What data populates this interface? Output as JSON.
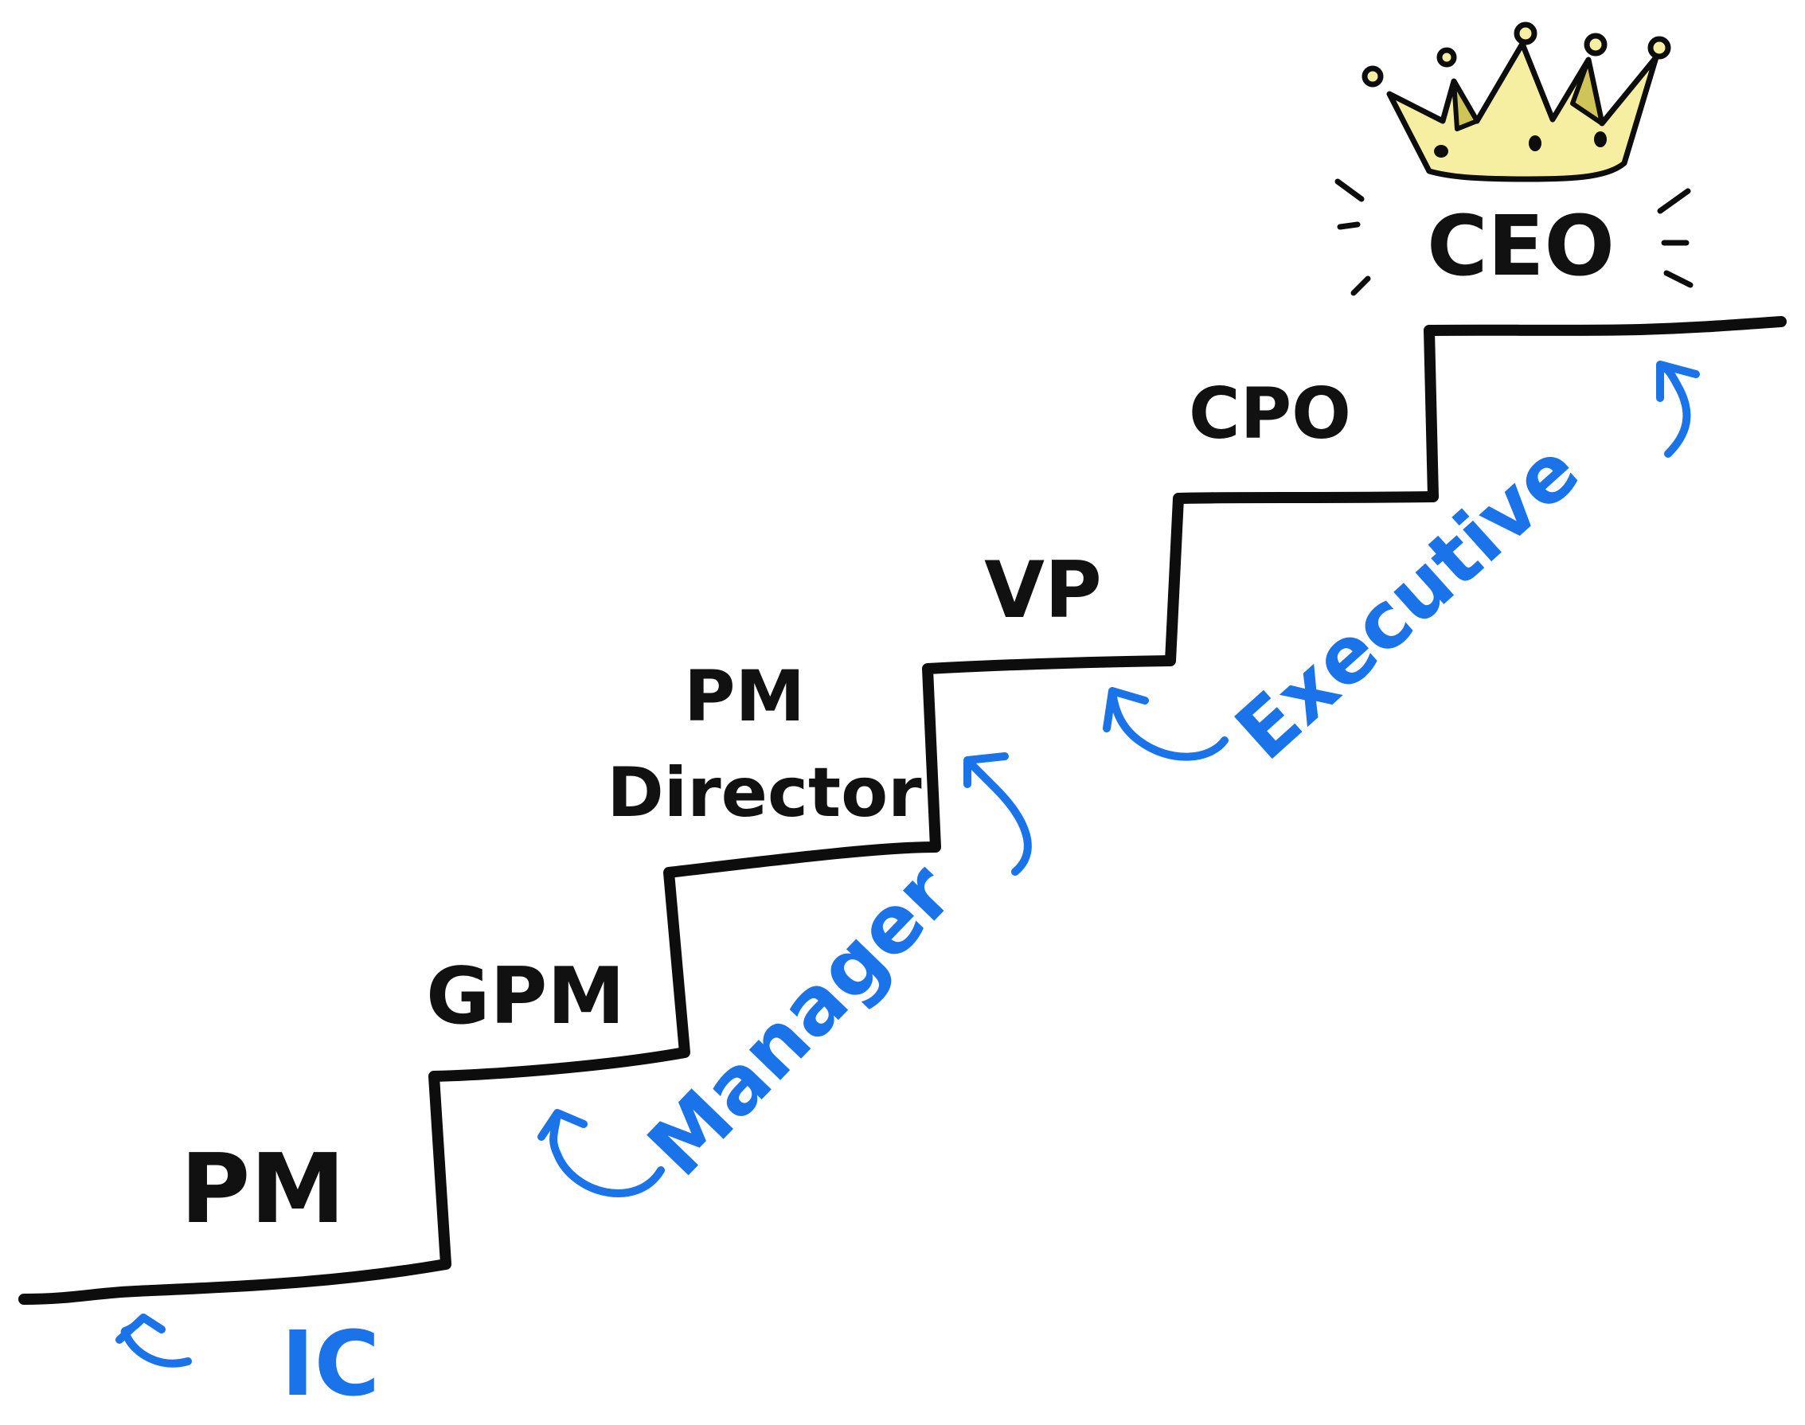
{
  "diagram": {
    "steps": [
      {
        "id": "pm",
        "label": "PM"
      },
      {
        "id": "gpm",
        "label": "GPM"
      },
      {
        "id": "pm-director",
        "label_line1": "PM",
        "label_line2": "Director"
      },
      {
        "id": "vp",
        "label": "VP"
      },
      {
        "id": "cpo",
        "label": "CPO"
      },
      {
        "id": "ceo",
        "label": "CEO"
      }
    ],
    "categories": [
      {
        "id": "ic",
        "label": "IC"
      },
      {
        "id": "manager",
        "label": "Manager"
      },
      {
        "id": "executive",
        "label": "Executive"
      }
    ],
    "icons": {
      "crown": "crown-icon"
    },
    "colors": {
      "line": "#0d0d0d",
      "category": "#1a73e8",
      "crown_fill": "#f6eea0",
      "crown_shade": "#cfc458"
    }
  }
}
